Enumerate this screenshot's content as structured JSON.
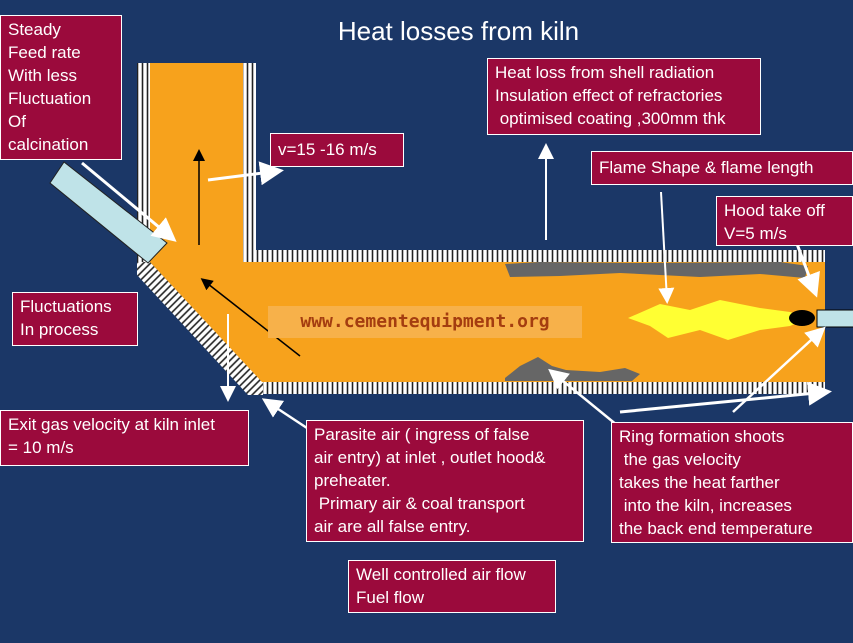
{
  "title": "Heat losses from kiln",
  "watermark": "www.cementequipment.org",
  "labels": {
    "feed": "Steady\nFeed rate\nWith less\nFluctuation\nOf\ncalcination",
    "velocity_preheater": "v=15 -16 m/s",
    "shell_radiation": "Heat loss from shell radiation\nInsulation effect of refractories\n optimised coating ,300mm thk",
    "flame": "Flame Shape & flame length",
    "hood": "Hood take off\nV=5 m/s",
    "fluctuations": "Fluctuations\nIn process",
    "exit_gas": "Exit gas velocity at kiln inlet\n= 10 m/s",
    "parasite_air": "Parasite air ( ingress of false\nair entry) at inlet , outlet hood&\npreheater.\n Primary air & coal transport\nair are all false entry.",
    "ring_formation": "Ring formation shoots\n the gas velocity\ntakes the heat farther\n into the kiln, increases\nthe back end temperature",
    "air_flow": "Well controlled air flow\nFuel flow"
  },
  "colors": {
    "background": "#1b3767",
    "label_box": "#9b0a3c",
    "kiln_body": "#f7a21c",
    "flame": "#ffff33",
    "coating": "#666666",
    "inlet_pipe": "#bfe3e8"
  }
}
